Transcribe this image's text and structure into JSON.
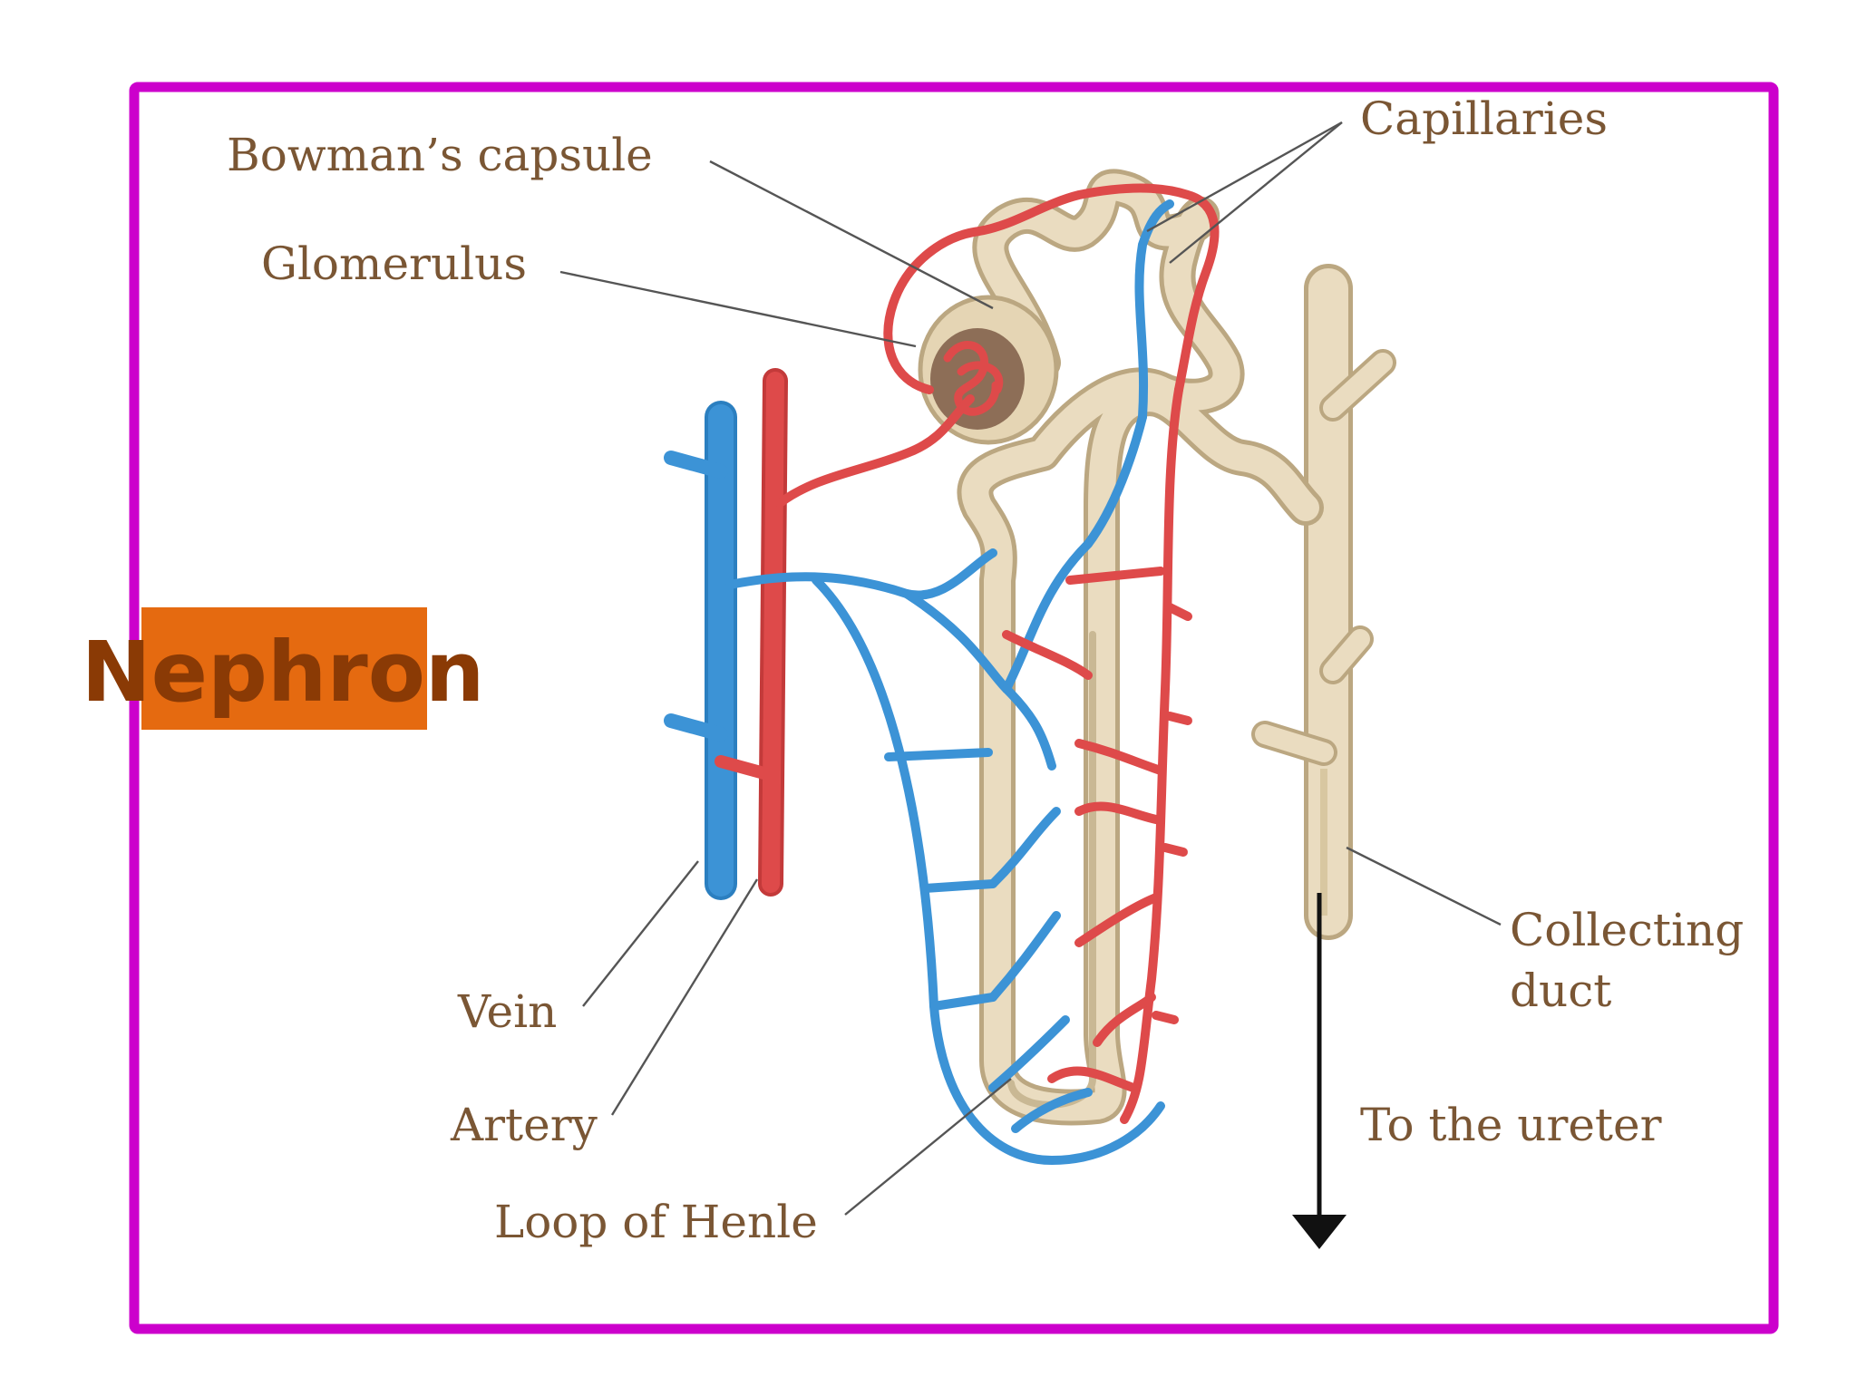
{
  "figure": {
    "title": "Nephron",
    "labels": {
      "bowman": "Bowman’s capsule",
      "glomerulus": "Glomerulus",
      "capillaries": "Capillaries",
      "vein": "Vein",
      "artery": "Artery",
      "loop": "Loop of Henle",
      "collecting_1": "Collecting",
      "collecting_2": "duct",
      "ureter": "To the ureter"
    }
  },
  "colors": {
    "frame": "#cc00cc",
    "badge_bg": "#e56a10",
    "badge_text": "#8a3a05",
    "label_text": "#7a5634",
    "tubule": "#eadcc0",
    "tubule_edge": "#bba781",
    "vein": "#3c93d6",
    "artery": "#de4a4a",
    "leader": "#555555"
  }
}
